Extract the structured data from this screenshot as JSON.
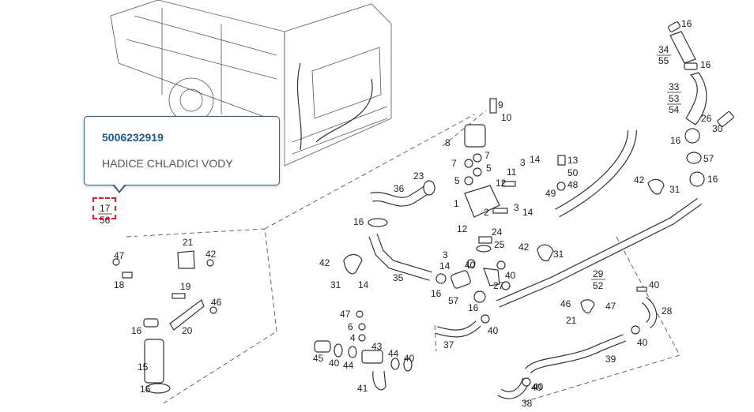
{
  "tooltip": {
    "part_number": "5006232919",
    "description": "HADICE CHLADICI VODY"
  },
  "selected": {
    "top": "17",
    "bottom": "56"
  },
  "labels": [
    {
      "id": "l16a",
      "text": "16"
    },
    {
      "id": "l16b",
      "text": "16"
    },
    {
      "id": "l30",
      "text": "30"
    },
    {
      "id": "l26",
      "text": "26"
    },
    {
      "id": "l16c",
      "text": "16"
    },
    {
      "id": "l57a",
      "text": "57"
    },
    {
      "id": "l16d",
      "text": "16"
    },
    {
      "id": "l42a",
      "text": "42"
    },
    {
      "id": "l31a",
      "text": "31"
    },
    {
      "id": "l9",
      "text": "9"
    },
    {
      "id": "l10",
      "text": "10"
    },
    {
      "id": "l8",
      "text": "8"
    },
    {
      "id": "l7a",
      "text": "7"
    },
    {
      "id": "l7b",
      "text": "7"
    },
    {
      "id": "l5a",
      "text": "5"
    },
    {
      "id": "l5b",
      "text": "5"
    },
    {
      "id": "l11",
      "text": "11"
    },
    {
      "id": "l3a",
      "text": "3"
    },
    {
      "id": "l14a",
      "text": "14"
    },
    {
      "id": "l13",
      "text": "13"
    },
    {
      "id": "l50",
      "text": "50"
    },
    {
      "id": "l48",
      "text": "48"
    },
    {
      "id": "l49",
      "text": "49"
    },
    {
      "id": "l23",
      "text": "23"
    },
    {
      "id": "l36",
      "text": "36"
    },
    {
      "id": "l12a",
      "text": "12"
    },
    {
      "id": "l1",
      "text": "1"
    },
    {
      "id": "l2",
      "text": "2"
    },
    {
      "id": "l3b",
      "text": "3"
    },
    {
      "id": "l14b",
      "text": "14"
    },
    {
      "id": "l16e",
      "text": "16"
    },
    {
      "id": "l12b",
      "text": "12"
    },
    {
      "id": "l24",
      "text": "24"
    },
    {
      "id": "l25",
      "text": "25"
    },
    {
      "id": "l42b",
      "text": "42"
    },
    {
      "id": "l31b",
      "text": "31"
    },
    {
      "id": "l21a",
      "text": "21"
    },
    {
      "id": "l42c",
      "text": "42"
    },
    {
      "id": "l47a",
      "text": "47"
    },
    {
      "id": "l18",
      "text": "18"
    },
    {
      "id": "l19",
      "text": "19"
    },
    {
      "id": "l46a",
      "text": "46"
    },
    {
      "id": "l20",
      "text": "20"
    },
    {
      "id": "l16f",
      "text": "16"
    },
    {
      "id": "l15",
      "text": "15"
    },
    {
      "id": "l16g",
      "text": "16"
    },
    {
      "id": "l42d",
      "text": "42"
    },
    {
      "id": "l31c",
      "text": "31"
    },
    {
      "id": "l14c",
      "text": "14"
    },
    {
      "id": "l35",
      "text": "35"
    },
    {
      "id": "l3c",
      "text": "3"
    },
    {
      "id": "l14d",
      "text": "14"
    },
    {
      "id": "l40a",
      "text": "40"
    },
    {
      "id": "l16h",
      "text": "16"
    },
    {
      "id": "l57b",
      "text": "57"
    },
    {
      "id": "l16i",
      "text": "16"
    },
    {
      "id": "l27",
      "text": "27"
    },
    {
      "id": "l40b",
      "text": "40"
    },
    {
      "id": "l40c",
      "text": "40"
    },
    {
      "id": "l46b",
      "text": "46"
    },
    {
      "id": "l47b",
      "text": "47"
    },
    {
      "id": "l21b",
      "text": "21"
    },
    {
      "id": "l28",
      "text": "28"
    },
    {
      "id": "l40d",
      "text": "40"
    },
    {
      "id": "l40e",
      "text": "40"
    },
    {
      "id": "l37",
      "text": "37"
    },
    {
      "id": "l40f",
      "text": "40"
    },
    {
      "id": "l47c",
      "text": "47"
    },
    {
      "id": "l6",
      "text": "6"
    },
    {
      "id": "l4",
      "text": "4"
    },
    {
      "id": "l43",
      "text": "43"
    },
    {
      "id": "l44a",
      "text": "44"
    },
    {
      "id": "l45",
      "text": "45"
    },
    {
      "id": "l40g",
      "text": "40"
    },
    {
      "id": "l44b",
      "text": "44"
    },
    {
      "id": "l40h",
      "text": "40"
    },
    {
      "id": "l41",
      "text": "41"
    },
    {
      "id": "l39",
      "text": "39"
    },
    {
      "id": "l40i",
      "text": "40"
    },
    {
      "id": "l38",
      "text": "38"
    }
  ],
  "fractions": [
    {
      "id": "f1",
      "top": "34",
      "bottom": "55"
    },
    {
      "id": "f2",
      "top": "33",
      "mid": "53",
      "bottom": "54"
    },
    {
      "id": "f3",
      "top": "29",
      "bottom": "52"
    }
  ]
}
